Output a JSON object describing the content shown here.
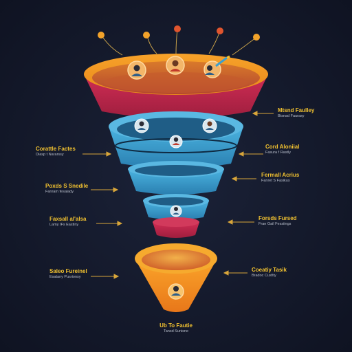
{
  "colors": {
    "background": "#13182a",
    "orange": "#f39a1e",
    "crimson": "#c42a4e",
    "blue": "#3a9fd0",
    "accent_text": "#f2c230"
  },
  "labels": {
    "right_1": {
      "title": "Mtsnd Faulley",
      "sub": "Btsnad Faurasy"
    },
    "left_1": {
      "title": "Corattle Factes",
      "sub": "Diasp t Nararssy"
    },
    "right_2": {
      "title": "Cord Aloniial",
      "sub": "Fasura f Rastly"
    },
    "left_2": {
      "title": "Poxds S Snedile",
      "sub": "Fanram fesalady"
    },
    "right_3": {
      "title": "Fermall Acrius",
      "sub": "Fanret S Fasikus"
    },
    "left_3": {
      "title": "Faxsall al'alsa",
      "sub": "Lamy IFs Eastiny"
    },
    "right_4": {
      "title": "Forsds Fursed",
      "sub": "Frae Gail Fessiings"
    },
    "left_4": {
      "title": "Saleo Fureinel",
      "sub": "Esatany Pusrionsy"
    },
    "right_5": {
      "title": "Coeatiy Tasik",
      "sub": "Bradoc Cusfity"
    },
    "bottom": {
      "title": "Ub To Fautie",
      "sub": "Tansd Sunisne"
    }
  },
  "icons": {
    "top_avatars": [
      "person-avatar-icon",
      "person-avatar-icon",
      "rocket-icon"
    ],
    "dots": [
      "orange-dot-icon",
      "red-dot-icon",
      "red-dot-icon",
      "orange-dot-icon"
    ]
  }
}
